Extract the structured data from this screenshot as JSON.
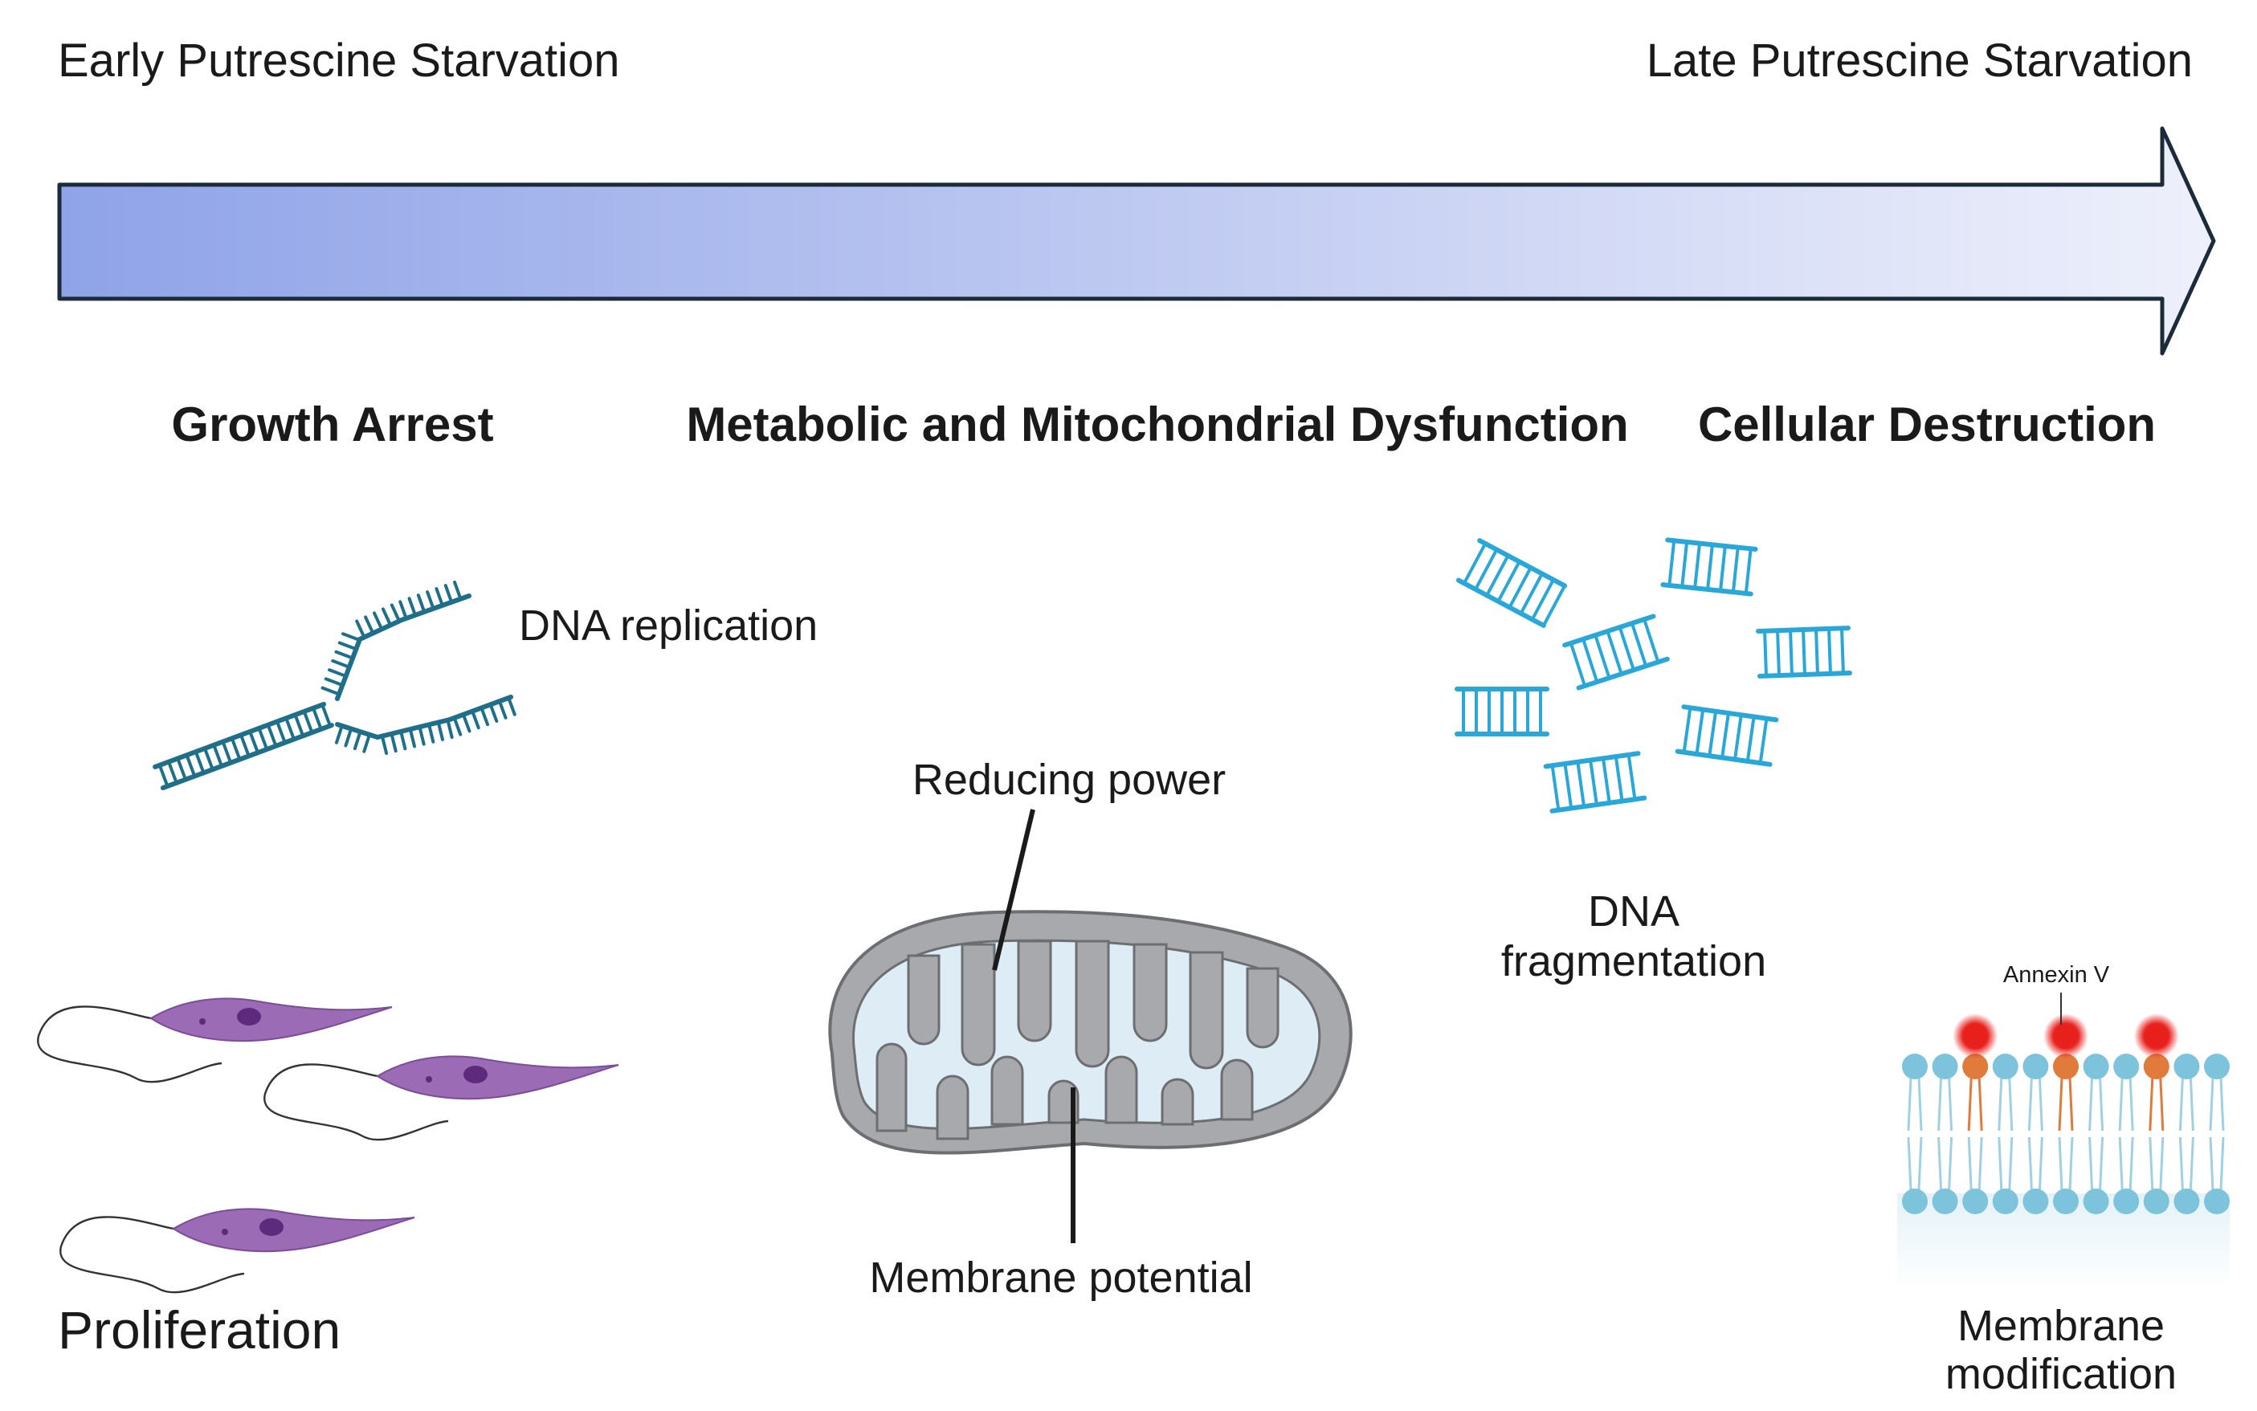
{
  "timeline": {
    "start_label": "Early Putrescine Starvation",
    "end_label": "Late Putrescine Starvation",
    "gradient_start": "#8fa3e8",
    "gradient_end": "#eef0fb",
    "outline": "#1c2b3a"
  },
  "phases": [
    {
      "title": "Growth Arrest"
    },
    {
      "title": "Metabolic and Mitochondrial Dysfunction"
    },
    {
      "title": "Cellular Destruction"
    }
  ],
  "growth_arrest": {
    "dna_replication": "DNA replication",
    "proliferation": "Proliferation",
    "dna_color": "#1f6f8b",
    "parasite_color": "#9b6bb5",
    "nucleus_color": "#5e2a7e"
  },
  "metabolic": {
    "reducing_power": "Reducing power",
    "membrane_potential": "Membrane potential",
    "mito_outer": "#a7a9ac",
    "mito_inner": "#deedf5"
  },
  "destruction": {
    "dna_fragmentation": [
      "DNA",
      "fragmentation"
    ],
    "annexin": "Annexin V",
    "membrane_modification": [
      "Membrane",
      "modification"
    ],
    "fragment_color": "#29a7d8",
    "lipid_head": "#7ec3dc",
    "annexin_color": "#e8201c",
    "ps_head": "#e07b3c"
  },
  "icons": [
    "dna-replication-fork-icon",
    "trypanosome-icon",
    "mitochondrion-icon",
    "dna-fragment-icon",
    "lipid-bilayer-icon"
  ]
}
